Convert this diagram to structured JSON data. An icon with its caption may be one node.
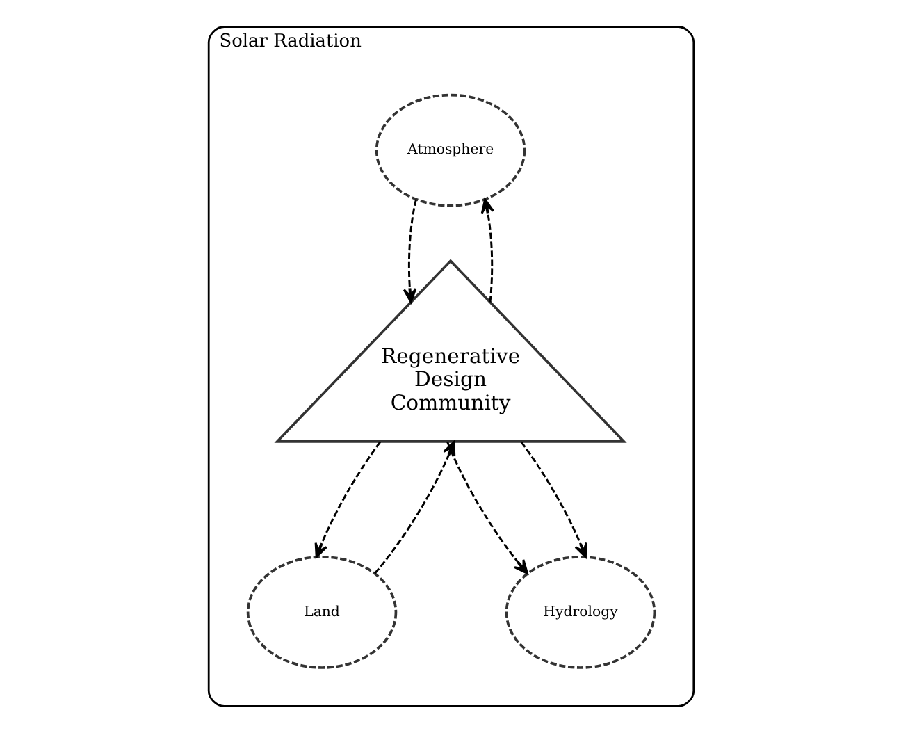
{
  "diagram": {
    "nodes": [
      {
        "text": [
          "Solar Radiation"
        ]
      },
      {
        "text": [
          "Atmosphere"
        ],
        "in": 0
      },
      {
        "text": [
          "Regenerative Design Community"
        ],
        "in": 0
      },
      {
        "text": [
          "Land"
        ],
        "in": 0
      },
      {
        "text": [
          "Hydrology"
        ],
        "in": 0
      }
    ],
    "edges": [
      {
        "from": 1,
        "to": 2,
        "arrow": "to",
        "style": "dashed"
      },
      {
        "from": 2,
        "to": 1,
        "arrow": "to",
        "style": "dashed"
      },
      {
        "from": 3,
        "to": 2,
        "arrow": "to",
        "style": "dashed"
      },
      {
        "from": 2,
        "to": 3,
        "arrow": "to",
        "style": "dashed"
      },
      {
        "from": 2,
        "to": 4,
        "arrow": "to",
        "style": "dashed"
      },
      {
        "from": 2,
        "to": 4,
        "arrow": "to",
        "style": "dashed"
      }
    ]
  }
}
